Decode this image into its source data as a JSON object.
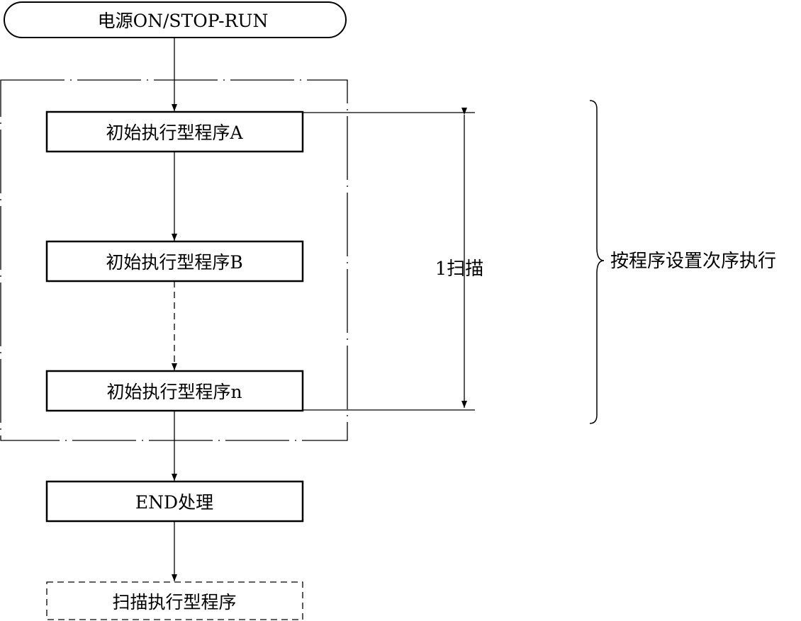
{
  "start": {
    "label": "电源ON/STOP-RUN"
  },
  "programs": [
    {
      "label": "初始执行型程序A"
    },
    {
      "label": "初始执行型程序B"
    },
    {
      "label": "初始执行型程序n"
    }
  ],
  "end_process": {
    "label": "END处理"
  },
  "scan_program": {
    "label": "扫描执行型程序"
  },
  "scan_label": "1扫描",
  "order_label": "按程序设置次序执行"
}
